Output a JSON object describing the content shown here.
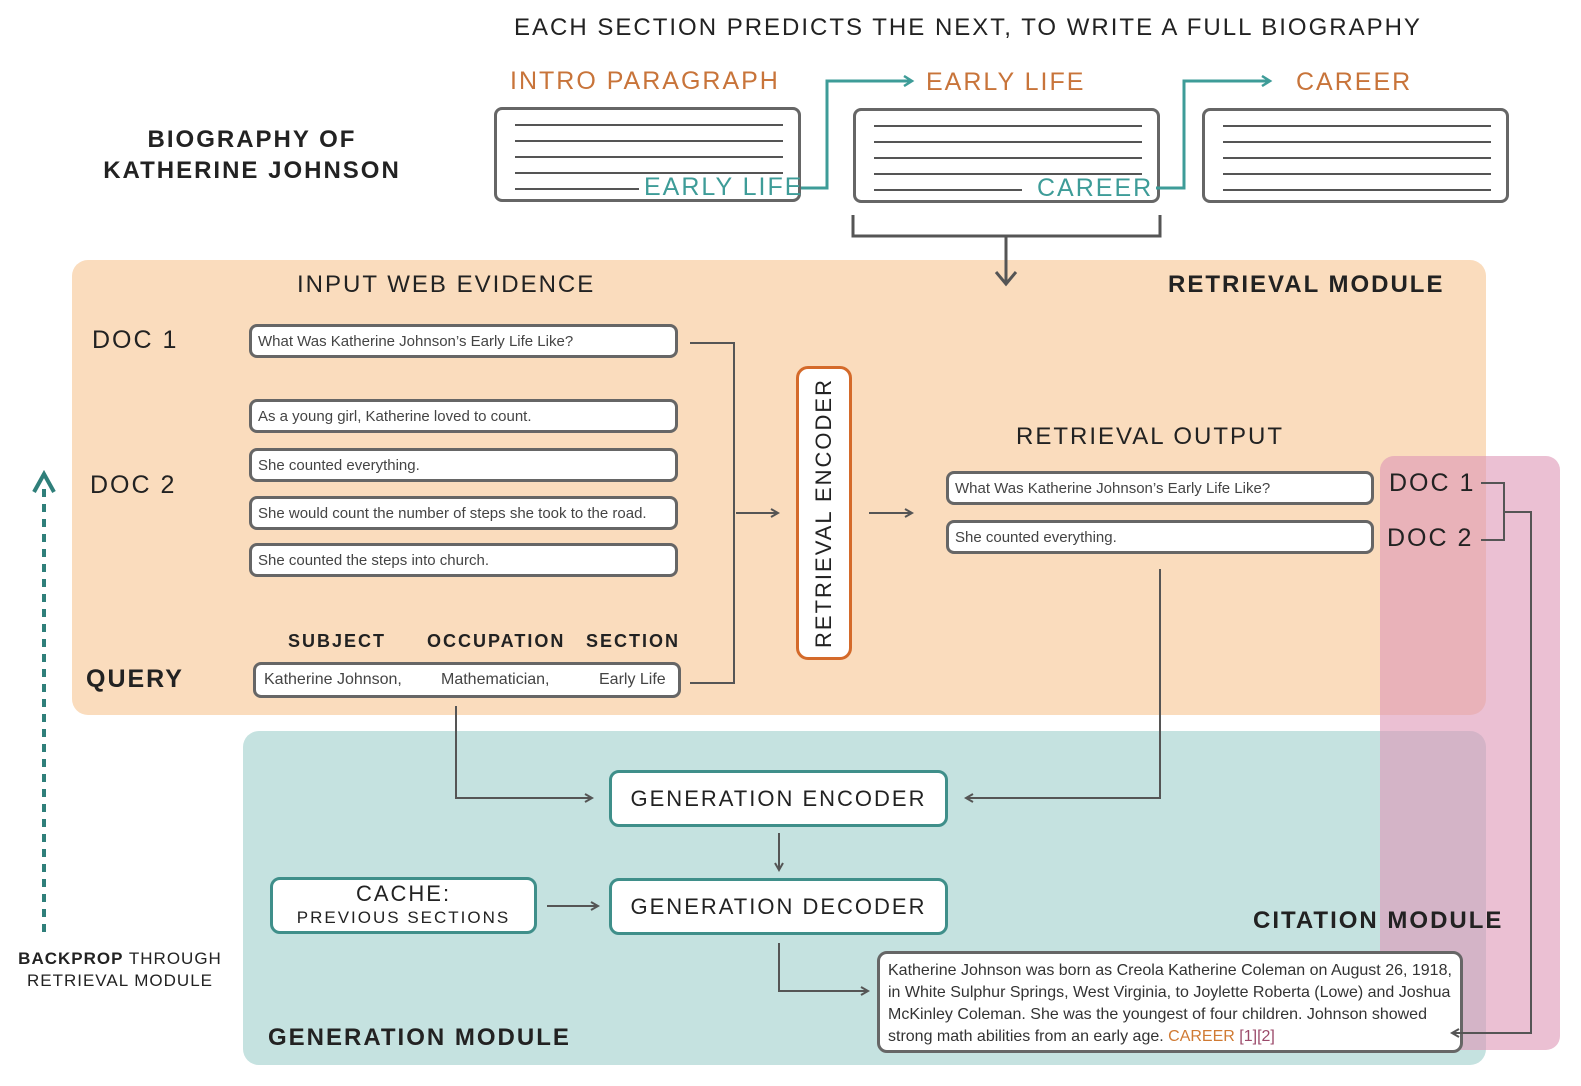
{
  "title": "EACH SECTION PREDICTS THE NEXT, TO WRITE A FULL BIOGRAPHY",
  "biography": {
    "line1": "BIOGRAPHY OF",
    "line2": "KATHERINE JOHNSON"
  },
  "sections": {
    "intro": "INTRO PARAGRAPH",
    "early_life": "EARLY LIFE",
    "career": "CAREER",
    "intro_next": "EARLY LIFE",
    "early_next": "CAREER"
  },
  "retrieval": {
    "heading": "INPUT WEB EVIDENCE",
    "module": "RETRIEVAL MODULE",
    "doc1_label": "DOC 1",
    "doc2_label": "DOC 2",
    "doc1_text": "What Was Katherine Johnson’s Early Life Like?",
    "doc2_lines": [
      "As a young girl, Katherine loved to count.",
      "She counted everything.",
      "She would count the number of steps she took to the road.",
      "She counted the steps into church."
    ],
    "query": {
      "label": "QUERY",
      "subject_h": "SUBJECT",
      "occupation_h": "OCCUPATION",
      "section_h": "SECTION",
      "subject": "Katherine Johnson,",
      "occupation": "Mathematician,",
      "section": "Early Life"
    },
    "encoder": "RETRIEVAL ENCODER",
    "output_heading": "RETRIEVAL OUTPUT",
    "output_lines": [
      "What Was Katherine Johnson’s Early Life Like?",
      "She counted everything."
    ],
    "out_doc1": "DOC 1",
    "out_doc2": "DOC 2"
  },
  "generation": {
    "encoder": "GENERATION ENCODER",
    "decoder": "GENERATION DECODER",
    "cache_line1": "CACHE:",
    "cache_line2": "PREVIOUS SECTIONS",
    "module": "GENERATION MODULE",
    "paragraph": "Katherine Johnson was born as Creola Katherine Coleman on August 26, 1918, in White Sulphur Springs, West Virginia, to Joylette Roberta (Lowe) and Joshua McKinley Coleman. She was the youngest of four children. Johnson showed strong math abilities from an early age.",
    "next_section": "CAREER",
    "citations": "[1][2]"
  },
  "citation_module": "CITATION MODULE",
  "backprop": {
    "bold": "BACKPROP",
    "rest": " THROUGH",
    "line2": "RETRIEVAL MODULE"
  },
  "colors": {
    "retrieval_panel": "#fadcbd",
    "generation_panel": "#c5e2e0",
    "citation_panel": "#e7b6c9",
    "teal": "#3e9c98",
    "orange": "#c8743a"
  }
}
